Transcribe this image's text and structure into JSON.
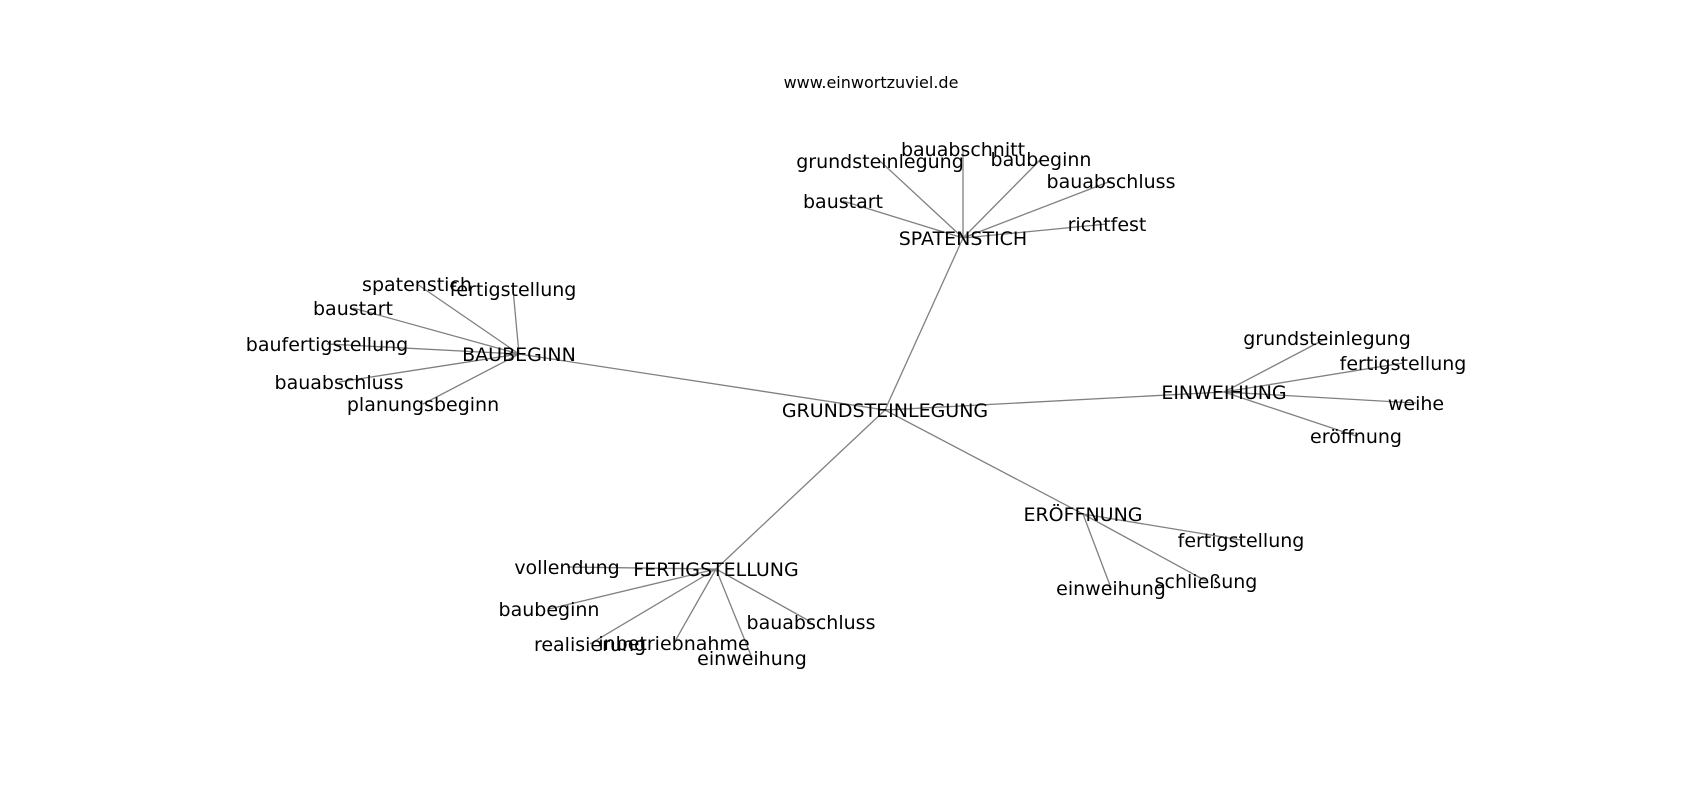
{
  "header": {
    "site": "www.einwortzuviel.de"
  },
  "graph": {
    "root": "GRUNDSTEINLEGUNG",
    "hubs": [
      {
        "label": "SPATENSTICH",
        "children": [
          "baustart",
          "grundsteinlegung",
          "bauabschnitt",
          "baubeginn",
          "bauabschluss",
          "richtfest"
        ]
      },
      {
        "label": "BAUBEGINN",
        "children": [
          "spatenstich",
          "fertigstellung",
          "baustart",
          "baufertigstellung",
          "bauabschluss",
          "planungsbeginn"
        ]
      },
      {
        "label": "EINWEIHUNG",
        "children": [
          "grundsteinlegung",
          "fertigstellung",
          "weihe",
          "eröffnung"
        ]
      },
      {
        "label": "ERÖFFNUNG",
        "children": [
          "fertigstellung",
          "schließung",
          "einweihung"
        ]
      },
      {
        "label": "FERTIGSTELLUNG",
        "children": [
          "vollendung",
          "baubeginn",
          "realisierung",
          "inbetriebnahme",
          "einweihung",
          "bauabschluss"
        ]
      }
    ]
  }
}
